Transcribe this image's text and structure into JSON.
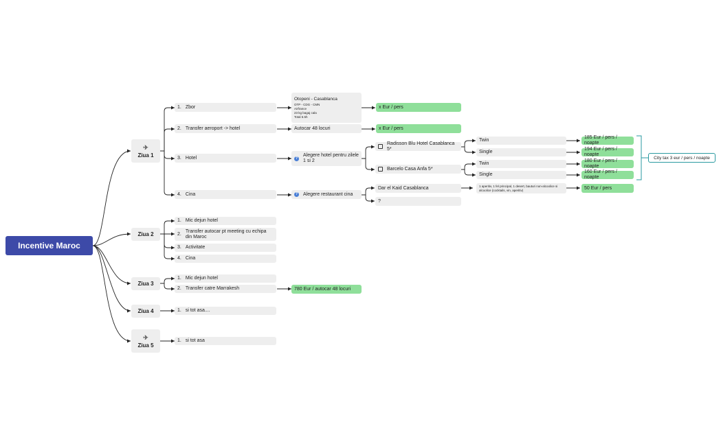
{
  "root": "Incentive Maroc",
  "days": {
    "d1": "Ziua 1",
    "d2": "Ziua 2",
    "d3": "Ziua 3",
    "d4": "Ziua 4",
    "d5": "Ziua 5"
  },
  "icons": {
    "d1": "plane-icon",
    "d5": "plane-icon"
  },
  "ziua1": {
    "zbor": {
      "num": "1.",
      "label": "Zbor"
    },
    "transfer": {
      "num": "2.",
      "label": "Transfer aeroport -> hotel"
    },
    "hotel": {
      "num": "3.",
      "label": "Hotel"
    },
    "cina": {
      "num": "4.",
      "label": "Cina"
    },
    "flight_title": "Otopeni - Casablanca",
    "flight_lines": [
      "OTP - CDG - CMN",
      "Airfrance",
      "23 kg bagaj cala",
      "Total 6.5h"
    ],
    "flight_price": "x Eur / pers",
    "bus": "Autocar 48 locuri",
    "bus_price": "x Eur / pers",
    "hotel_choice": "Alegere hotel pentru zilele 1 si 2",
    "hotel_a": "Radisson Blu Hotel Casablanca 5*",
    "hotel_b": "Barcelo Casa Anfa 5*",
    "twin": "Twin",
    "single": "Single",
    "price_a_twin": "185 Eur / pers / noapte",
    "price_a_single": "194 Eur / pers / noapte",
    "price_b_twin": "180 Eur / pers / noapte",
    "price_b_single": "160 Eur / pers / noapte",
    "city_tax": "City tax 3 eur / pers / noapte",
    "restaurant_choice": "Alegere restaurant cina",
    "restaurant_a": "Dar el Kaid Casablanca",
    "restaurant_b": "?",
    "menu": "1 aperitiv, 1 fel principal, 1 desert, bauturi non-alcoolice si alcoolice (cocktails, vin, aperitiv)",
    "menu_price": "50 Eur / pers"
  },
  "ziua2": {
    "i1": {
      "num": "1.",
      "label": "Mic dejun hotel"
    },
    "i2": {
      "num": "2.",
      "label": "Transfer autocar pt meeting cu echipa din Maroc"
    },
    "i3": {
      "num": "3.",
      "label": "Activitate"
    },
    "i4": {
      "num": "4.",
      "label": "Cina"
    }
  },
  "ziua3": {
    "i1": {
      "num": "1.",
      "label": "Mic dejun hotel"
    },
    "i2": {
      "num": "2.",
      "label": "Transfer catre Marrakesh"
    },
    "price": "780 Eur / autocar 48 locuri"
  },
  "ziua4": {
    "i1": {
      "num": "1.",
      "label": "si tot asa...."
    }
  },
  "ziua5": {
    "i1": {
      "num": "1.",
      "label": "si tot asa"
    }
  },
  "colors": {
    "root": "#3d4aa8",
    "price": "#8fdf9a",
    "node": "#eeeeee",
    "bracket": "#2a9aa0"
  }
}
